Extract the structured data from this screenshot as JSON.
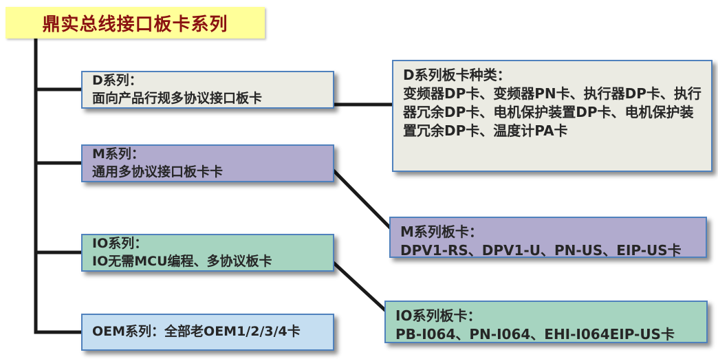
{
  "title": {
    "label": "鼎实总线接口板卡系列"
  },
  "colors": {
    "title_bg": "#ffff99",
    "title_text": "#8a1111",
    "border_blue": "#4f81bd",
    "line_black": "#1a1a1a",
    "d_bg": "#ebebe3",
    "m_bg": "#b1abce",
    "io_bg": "#a6d4c0",
    "oem_bg": "#c5def1"
  },
  "left_boxes": [
    {
      "name": "d-series",
      "line1": "D系列：",
      "line2": "面向产品行规多协议接口板卡"
    },
    {
      "name": "m-series",
      "line1": "M系列：",
      "line2": "通用多协议接口板卡卡"
    },
    {
      "name": "io-series",
      "line1": "IO系列：",
      "line2": "IO无需MCU编程、多协议板卡"
    },
    {
      "name": "oem-series",
      "line1": "OEM系列：全部老OEM1/2/3/4卡",
      "line2": ""
    }
  ],
  "right_boxes": [
    {
      "name": "d-detail",
      "title": "D系列板卡种类：",
      "body": "变频器DP卡、变频器PN卡、执行器DP卡、执行器冗余DP卡、电机保护装置DP卡、电机保护装置冗余DP卡、温度计PA卡"
    },
    {
      "name": "m-detail",
      "title": "M系列板卡：",
      "body": "DPV1-RS、DPV1-U、PN-US、EIP-US卡"
    },
    {
      "name": "io-detail",
      "title": "IO系列板卡：",
      "body": "PB-I064、PN-I064、EHI-I064EIP-US卡"
    }
  ]
}
